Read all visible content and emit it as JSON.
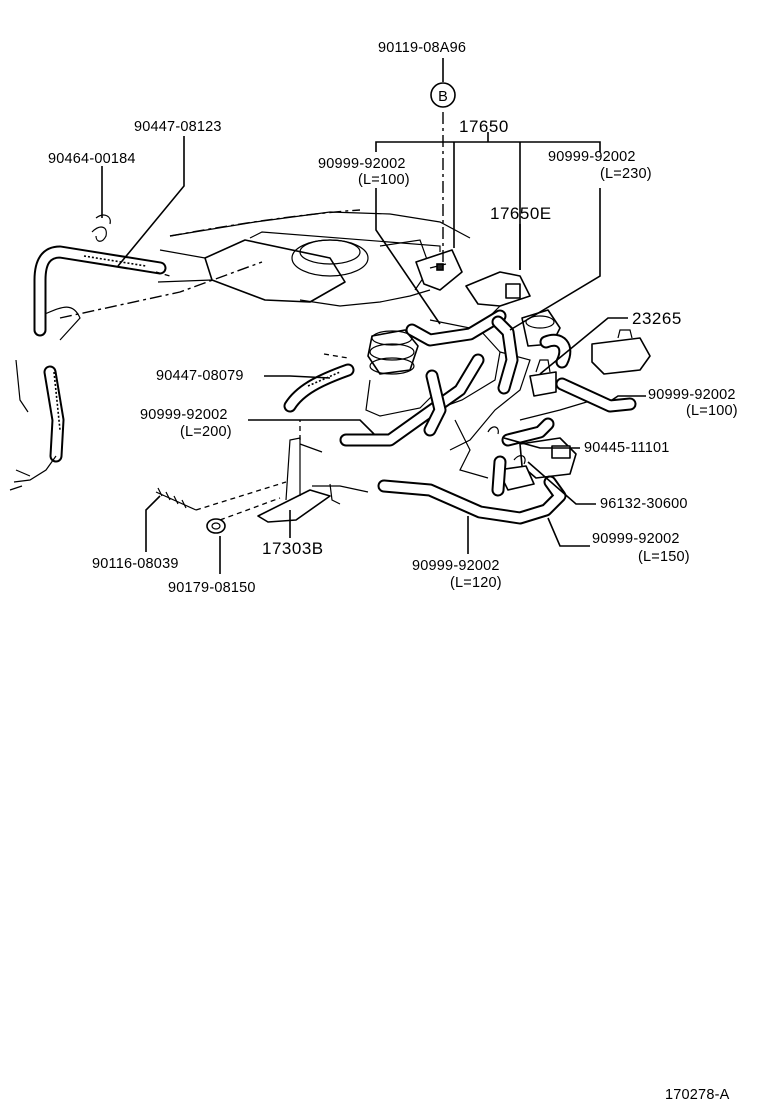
{
  "labels": {
    "p90119": "90119-08A96",
    "callout_b": "B",
    "p17650": "17650",
    "p90447_08123": "90447-08123",
    "p90464": "90464-00184",
    "p90999_l100_a": "90999-92002",
    "len_l100_a": "(L=100)",
    "p90999_l230": "90999-92002",
    "len_l230": "(L=230)",
    "p17650e": "17650E",
    "p23265": "23265",
    "p90447_08079": "90447-08079",
    "p90999_l100_b": "90999-92002",
    "len_l100_b": "(L=100)",
    "p90999_l200": "90999-92002",
    "len_l200": "(L=200)",
    "p90445": "90445-11101",
    "p96132": "96132-30600",
    "p90999_l150": "90999-92002",
    "len_l150": "(L=150)",
    "p90116": "90116-08039",
    "p17303b": "17303B",
    "p90999_l120": "90999-92002",
    "len_l120": "(L=120)",
    "p90179": "90179-08150",
    "figure_id": "170278-A"
  }
}
